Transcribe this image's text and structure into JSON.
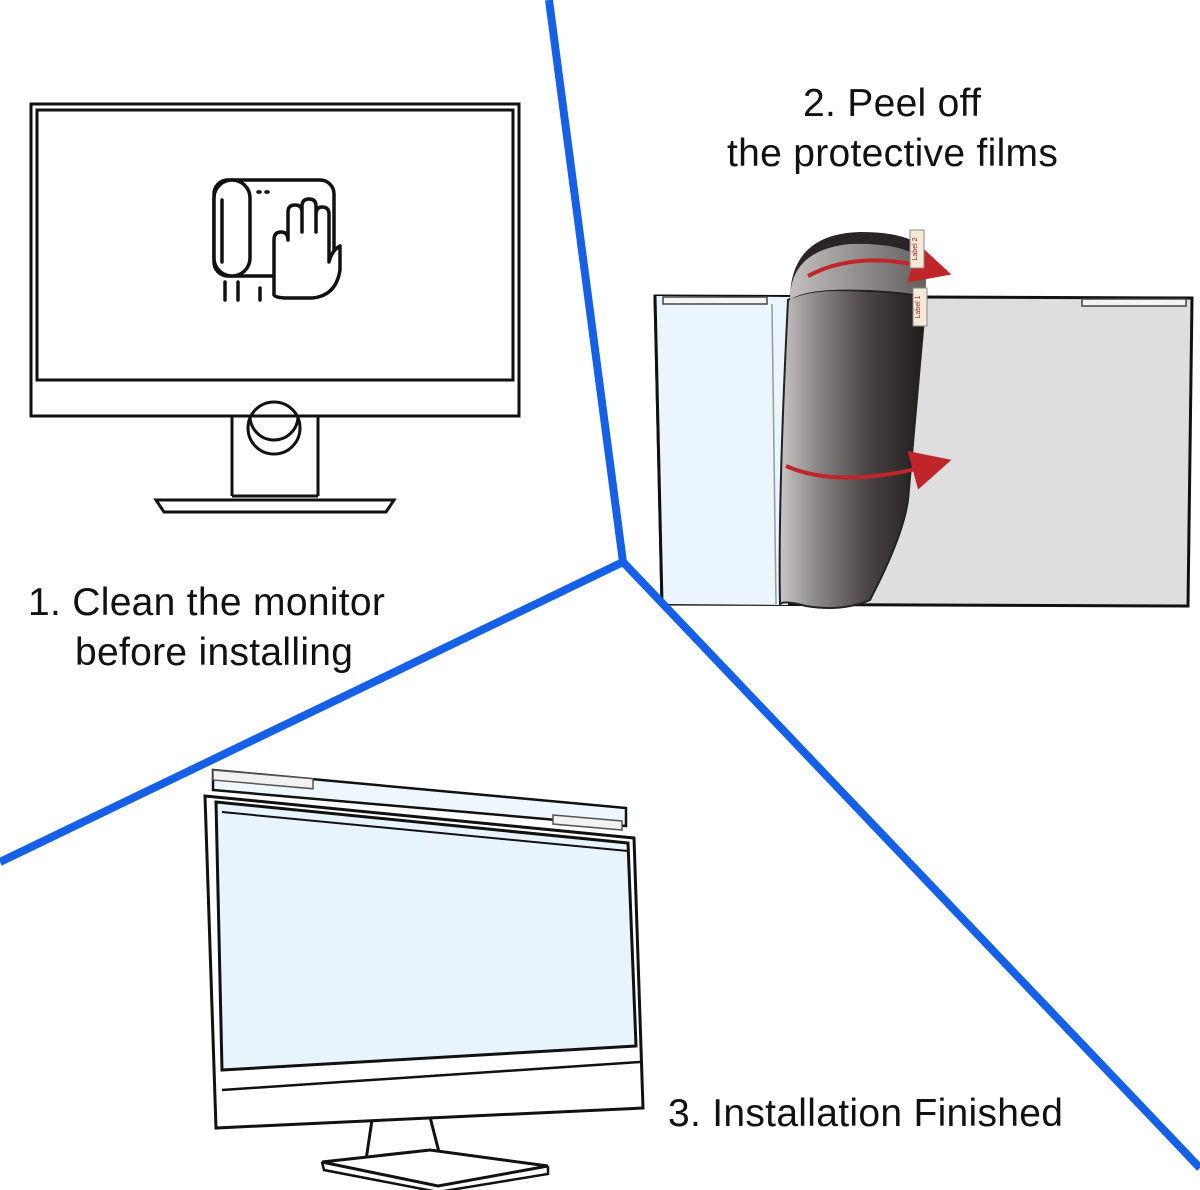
{
  "colors": {
    "divider": "#1560e6",
    "outline": "#111111",
    "filter_tint": "#e8f4fc",
    "film_dark": "#3a3434",
    "arrow_red": "#c0252a",
    "panel_grey": "#e4e4e4"
  },
  "steps": [
    {
      "caption_line1": "1. Clean the monitor",
      "caption_line2": "before installing",
      "icon": "cleaning-hand-icon"
    },
    {
      "caption_line1": "2. Peel off",
      "caption_line2": "the protective films",
      "tab_labels": [
        "Label 2",
        "Label 1"
      ]
    },
    {
      "caption_line1": "3. Installation Finished"
    }
  ]
}
